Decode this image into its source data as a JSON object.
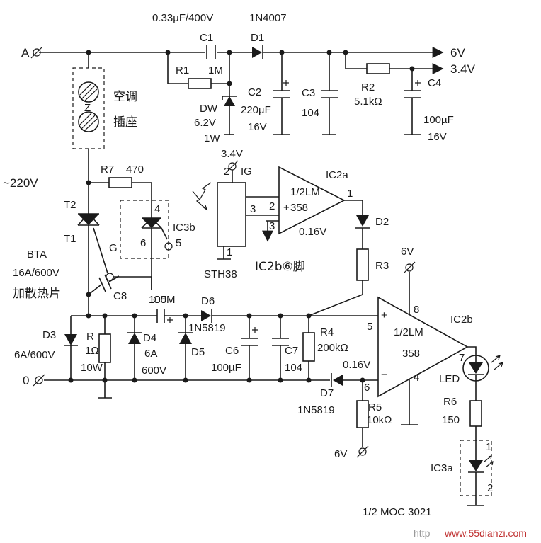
{
  "labels": {
    "node_a": "A",
    "node_0": "0",
    "out_6v": "6V",
    "out_34v": "3.4V",
    "c1_spec": "0.33µF/400V",
    "d1_part": "1N4007",
    "c1": "C1",
    "d1": "D1",
    "r1": "R1",
    "r1_val": "1M",
    "dw": "DW",
    "dw_v": "6.2V",
    "dw_w": "1W",
    "c2": "C2",
    "c2_val": "220µF",
    "c2_v": "16V",
    "c3": "C3",
    "c3_val": "104",
    "r2": "R2",
    "r2_val": "5.1kΩ",
    "c4": "C4",
    "c4_val": "100µF",
    "c4_v": "16V",
    "socket_1": "空调",
    "socket_2": "插座",
    "socket_z": "Z",
    "mains": "~220V",
    "r7": "R7",
    "r7_val": "470",
    "t2": "T2",
    "t1": "T1",
    "g": "G",
    "bta_1": "BTA",
    "bta_2": "16A/600V",
    "bta_3": "加散热片",
    "ic3b": "IC3b",
    "pin4": "4",
    "pin6": "6",
    "pin5": "5",
    "c8": "C8",
    "v34_top": "3.4V",
    "pin2": "2",
    "ig": "IG",
    "pin3": "3",
    "pin1_sth": "1",
    "sth38": "STH38",
    "ic2a": "IC2a",
    "ic2a_name1": "1/2LM",
    "ic2a_name2": "358",
    "ic2a_out": "1",
    "ic2a_in2": "2",
    "ic2a_in3": "3",
    "ic2a_v": "0.16V",
    "ic2b6": "IC2b⑥脚",
    "d2": "D2",
    "r3": "R3",
    "v6_ic2b": "6V",
    "pin8": "8",
    "ic2b": "IC2b",
    "ic2b_name1": "1/2LM",
    "ic2b_name2": "358",
    "pin7": "7",
    "pin4b": "4",
    "pin5b": "5",
    "pin6b": "6",
    "ic2b_v": "0.16V",
    "c5": "C5",
    "c5_val": "100M",
    "d6": "D6",
    "d6_part": "1N5819",
    "d3": "D3",
    "d3_spec": "6A/600V",
    "r": "R",
    "r_val": "1Ω",
    "r_w": "10W",
    "d4": "D4",
    "d4_a": "6A",
    "d4_v": "600V",
    "d5": "D5",
    "c6": "C6",
    "c6_val": "100µF",
    "c7": "C7",
    "c7_val": "104",
    "r4": "R4",
    "r4_val": "200kΩ",
    "d7": "D7",
    "d7_part": "1N5819",
    "r5": "R5",
    "r5_val": "10kΩ",
    "v6_r5": "6V",
    "led": "LED",
    "r6": "R6",
    "r6_val": "150",
    "ic3a": "IC3a",
    "ic3a_p1": "1",
    "ic3a_p2": "2",
    "moc": "1/2 MOC 3021",
    "watermark": "www.55dianzi.com",
    "wm_prefix": "http"
  }
}
